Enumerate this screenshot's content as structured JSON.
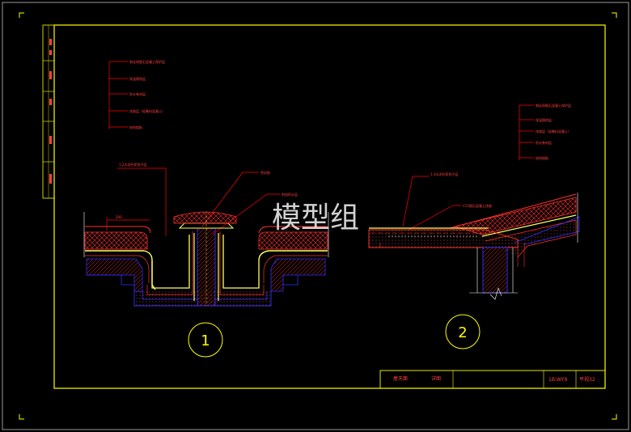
{
  "watermark": "模型组",
  "details": [
    {
      "number": "1",
      "callouts": [
        "钢丝网细石混凝土保护层",
        "保温隔热层",
        "防水卷材层",
        "找坡层（轻集料混凝土）",
        "结构楼板",
        "1:2水泥砂浆找平层"
      ],
      "dimension": "200"
    },
    {
      "number": "2",
      "callouts": [
        "钢丝网细石混凝土保护层",
        "保温隔热层",
        "找坡层（轻集料混凝土）",
        "防水卷材层",
        "结构楼板",
        "1:3水泥砂浆找平层",
        "C15细石混凝土找坡"
      ]
    }
  ],
  "title_block": {
    "project": "屋天面",
    "drawing_name": "详图",
    "code": "1B-WY9",
    "sheet": "平视32"
  },
  "colors": {
    "background": "#000000",
    "frame": "#ffff00",
    "leader": "#ff0000",
    "hatch": "#ff3030",
    "concrete": "#3030ff",
    "membrane": "#ffff60",
    "text": "#ff4040"
  }
}
